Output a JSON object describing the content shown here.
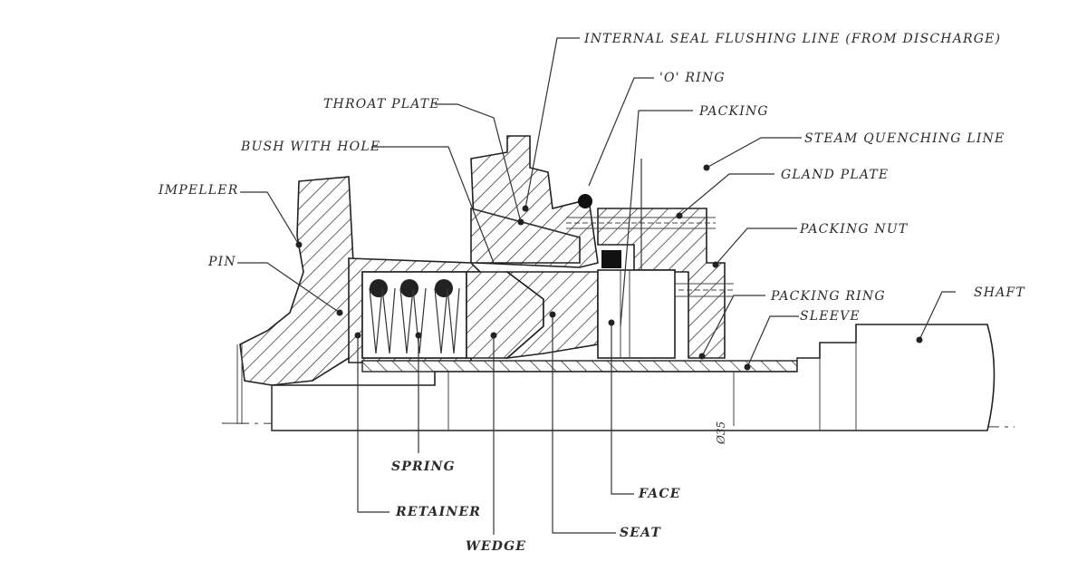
{
  "diagram": {
    "labels": {
      "flushing_line": "INTERNAL SEAL FLUSHING LINE (FROM DISCHARGE)",
      "o_ring": "'O' RING",
      "throat_plate": "THROAT PLATE",
      "packing": "PACKING",
      "steam_quenching": "STEAM QUENCHING LINE",
      "bush_with_hole": "BUSH WITH HOLE",
      "gland_plate": "GLAND PLATE",
      "impeller": "IMPELLER",
      "packing_nut": "PACKING NUT",
      "pin": "PIN",
      "packing_ring": "PACKING RING",
      "shaft": "SHAFT",
      "sleeve": "SLEEVE",
      "spring": "SPRING",
      "face": "FACE",
      "retainer": "RETAINER",
      "seat": "SEAT",
      "wedge": "WEDGE"
    },
    "dimension": "Ø35"
  }
}
